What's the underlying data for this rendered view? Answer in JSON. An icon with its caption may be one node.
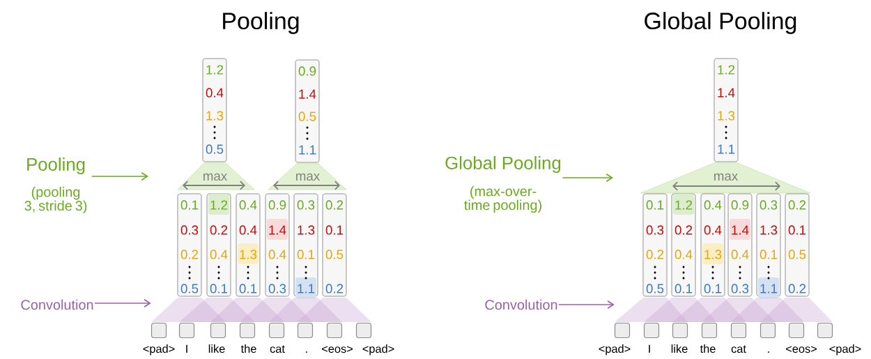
{
  "diagram": {
    "nodes": [
      {
        "text": [
          "Pooling",
          "(pooling 3, stride 3)"
        ]
      },
      {
        "text": [
          "Convolution"
        ]
      },
      {
        "text": [
          "1.2",
          "0.4",
          "1.3",
          "0.5"
        ]
      },
      {
        "text": [
          "0.9",
          "1.4",
          "0.5",
          "1.1"
        ]
      },
      {
        "text": [
          "max"
        ]
      },
      {
        "text": [
          "max"
        ]
      },
      {
        "text": [
          "0.1",
          "0.3",
          "0.2",
          "0.5"
        ]
      },
      {
        "text": [
          "1.2",
          "0.2",
          "0.4",
          "0.1"
        ]
      },
      {
        "text": [
          "0.4",
          "0.4",
          "1.3",
          "0.1"
        ]
      },
      {
        "text": [
          "0.9",
          "1.4",
          "0.4",
          "0.3"
        ]
      },
      {
        "text": [
          "0.3",
          "1.3",
          "0.1",
          "1.1"
        ]
      },
      {
        "text": [
          "0.2",
          "0.1",
          "0.5",
          "0.2"
        ]
      },
      {
        "text": [],
        "shape": "box",
        "beside": [
          "<pad>"
        ]
      },
      {
        "text": [],
        "shape": "box",
        "beside": [
          "I"
        ]
      },
      {
        "text": [],
        "shape": "box",
        "beside": [
          "like"
        ]
      },
      {
        "text": [],
        "shape": "box",
        "beside": [
          "the"
        ]
      },
      {
        "text": [],
        "shape": "box",
        "beside": [
          "cat"
        ]
      },
      {
        "text": [],
        "shape": "box",
        "beside": [
          "."
        ]
      },
      {
        "text": [],
        "shape": "box",
        "beside": [
          "<eos>"
        ]
      },
      {
        "text": [],
        "shape": "box",
        "beside": [
          "<pad>"
        ]
      },
      {
        "text": [
          "Global Pooling",
          "(max-over-time pooling)"
        ]
      },
      {
        "text": [
          "Convolution"
        ]
      },
      {
        "text": [
          "1.2",
          "1.4",
          "1.3",
          "1.1"
        ]
      },
      {
        "text": [
          "max"
        ]
      },
      {
        "text": [
          "0.1",
          "0.3",
          "0.2",
          "0.5"
        ]
      },
      {
        "text": [
          "1.2",
          "0.2",
          "0.4",
          "0.1"
        ]
      },
      {
        "text": [
          "0.4",
          "0.4",
          "1.3",
          "0.1"
        ]
      },
      {
        "text": [
          "0.9",
          "1.4",
          "0.4",
          "0.3"
        ]
      },
      {
        "text": [
          "0.3",
          "1.3",
          "0.1",
          "1.1"
        ]
      },
      {
        "text": [
          "0.2",
          "0.1",
          "0.5",
          "0.2"
        ]
      },
      {
        "text": [],
        "shape": "box",
        "beside": [
          "<pad>"
        ]
      },
      {
        "text": [],
        "shape": "box",
        "beside": [
          "I"
        ]
      },
      {
        "text": [],
        "shape": "box",
        "beside": [
          "like"
        ]
      },
      {
        "text": [],
        "shape": "box",
        "beside": [
          "the"
        ]
      },
      {
        "text": [],
        "shape": "box",
        "beside": [
          "cat"
        ]
      },
      {
        "text": [],
        "shape": "box",
        "beside": [
          "."
        ]
      },
      {
        "text": [],
        "shape": "box",
        "beside": [
          "<eos>"
        ]
      },
      {
        "text": [],
        "shape": "box",
        "beside": [
          "<pad>"
        ]
      },
      {
        "text": [],
        "shape": "picture"
      },
      {
        "text": [],
        "shape": "picture"
      }
    ],
    "edges": [
      {
        "from": 0,
        "to": null,
        "arrow": "to",
        "color": "#6aaa1e"
      },
      {
        "from": 1,
        "to": 38,
        "arrow": "to",
        "color": "#9b5fa8"
      },
      {
        "from": 20,
        "to": null,
        "arrow": "to",
        "color": "#6aaa1e"
      },
      {
        "from": 21,
        "to": 39,
        "arrow": "to",
        "color": "#9b5fa8"
      }
    ],
    "labels": [
      "Pooling",
      "Global Pooling"
    ]
  }
}
